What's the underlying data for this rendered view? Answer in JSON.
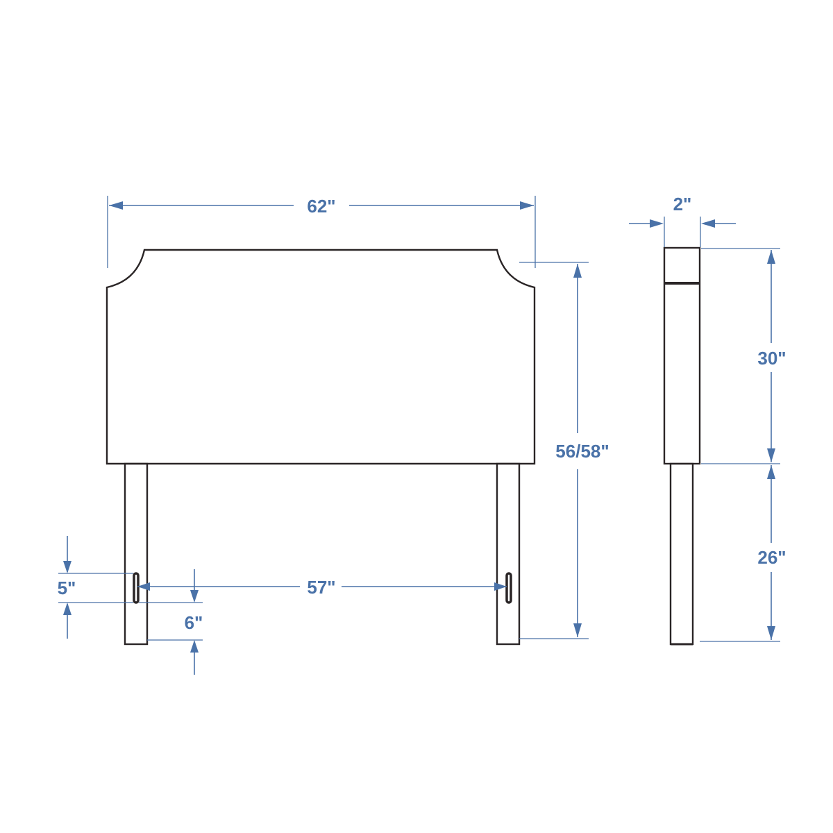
{
  "colors": {
    "outline": "#2a2526",
    "dimension": "#4a72a8",
    "background": "#ffffff"
  },
  "dimensions": {
    "overall_width": "62\"",
    "overall_height": "56/58\"",
    "leg_spacing": "57\"",
    "slot_length": "5\"",
    "slot_to_bottom": "6\"",
    "depth": "2\"",
    "panel_height": "30\"",
    "leg_height": "26\""
  }
}
